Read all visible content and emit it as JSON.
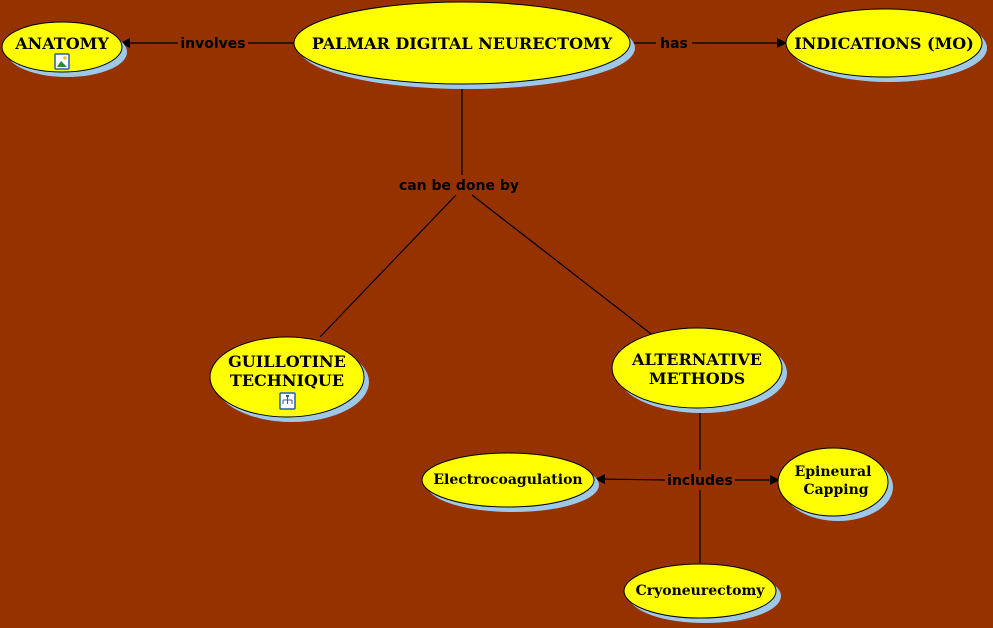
{
  "colors": {
    "background": "#963200",
    "concept_fill": "#ffff00",
    "shadow": "#9ec8e8"
  },
  "concepts": {
    "anatomy": {
      "label": "ANATOMY",
      "icon": "image-icon"
    },
    "palmar": {
      "label": "PALMAR DIGITAL NEURECTOMY"
    },
    "indications": {
      "label": "INDICATIONS (MO)"
    },
    "guillotine": {
      "line1": "GUILLOTINE",
      "line2": "TECHNIQUE",
      "icon": "concept-map-icon"
    },
    "alternative": {
      "line1": "ALTERNATIVE",
      "line2": "METHODS"
    },
    "electro": {
      "label": "Electrocoagulation"
    },
    "epineural": {
      "line1": "Epineural",
      "line2": "Capping"
    },
    "cryo": {
      "label": "Cryoneurectomy"
    }
  },
  "links": {
    "involves": "involves",
    "has": "has",
    "done_by": "can be done by",
    "includes": "includes"
  }
}
